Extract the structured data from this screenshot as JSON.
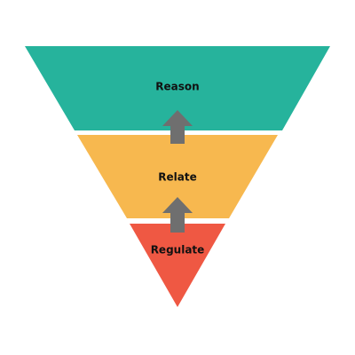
{
  "tiers": [
    {
      "label": "Reason",
      "color": "#26b39c"
    },
    {
      "label": "Relate",
      "color": "#f7b84f"
    },
    {
      "label": "Regulate",
      "color": "#ef5843"
    }
  ],
  "arrow_color": "#6f6f6f"
}
